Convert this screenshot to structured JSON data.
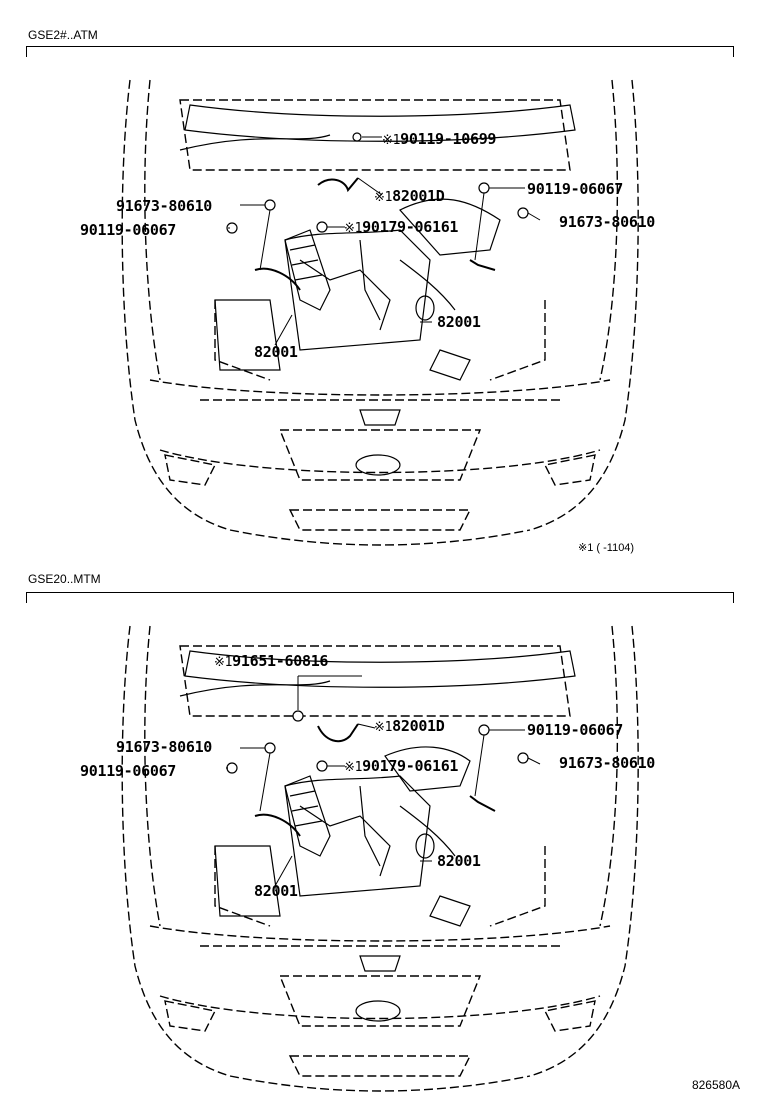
{
  "sections": [
    {
      "title": "GSE2#..ATM",
      "callouts": {
        "c1": {
          "mark": "※1",
          "part": "90119-10699"
        },
        "c2": {
          "mark": "※1",
          "part": "82001D"
        },
        "c3": {
          "mark": "",
          "part": "90119-06067"
        },
        "c4": {
          "mark": "",
          "part": "91673-80610"
        },
        "c5": {
          "mark": "",
          "part": "90119-06067"
        },
        "c6": {
          "mark": "",
          "part": "91673-80610"
        },
        "c7": {
          "mark": "※1",
          "part": "90179-06161"
        },
        "c8": {
          "mark": "",
          "part": "82001"
        },
        "c9": {
          "mark": "",
          "part": "82001"
        }
      },
      "note": "※1 (      -1104)"
    },
    {
      "title": "GSE20..MTM",
      "callouts": {
        "c1": {
          "mark": "※1",
          "part": "91651-60816"
        },
        "c2": {
          "mark": "※1",
          "part": "82001D"
        },
        "c3": {
          "mark": "",
          "part": "90119-06067"
        },
        "c4": {
          "mark": "",
          "part": "91673-80610"
        },
        "c5": {
          "mark": "",
          "part": "90119-06067"
        },
        "c6": {
          "mark": "",
          "part": "91673-80610"
        },
        "c7": {
          "mark": "※1",
          "part": "90179-06161"
        },
        "c8": {
          "mark": "",
          "part": "82001"
        },
        "c9": {
          "mark": "",
          "part": "82001"
        }
      }
    }
  ],
  "diagram_id": "826580A"
}
